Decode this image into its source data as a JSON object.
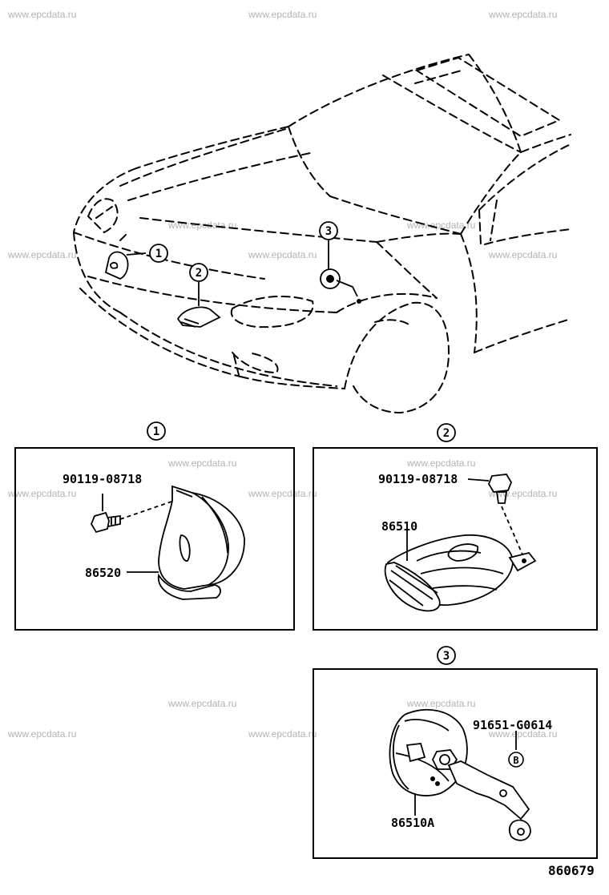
{
  "watermark": "www.epcdata.ru",
  "callouts": {
    "one": "1",
    "two": "2",
    "three": "3",
    "b": "B"
  },
  "panel1": {
    "bolt_part": "90119-08718",
    "horn_part": "86520"
  },
  "panel2": {
    "bolt_part": "90119-08718",
    "horn_part": "86510"
  },
  "panel3": {
    "fastener_part": "91651-G0614",
    "horn_part": "86510A"
  },
  "illustration_number": "860679"
}
